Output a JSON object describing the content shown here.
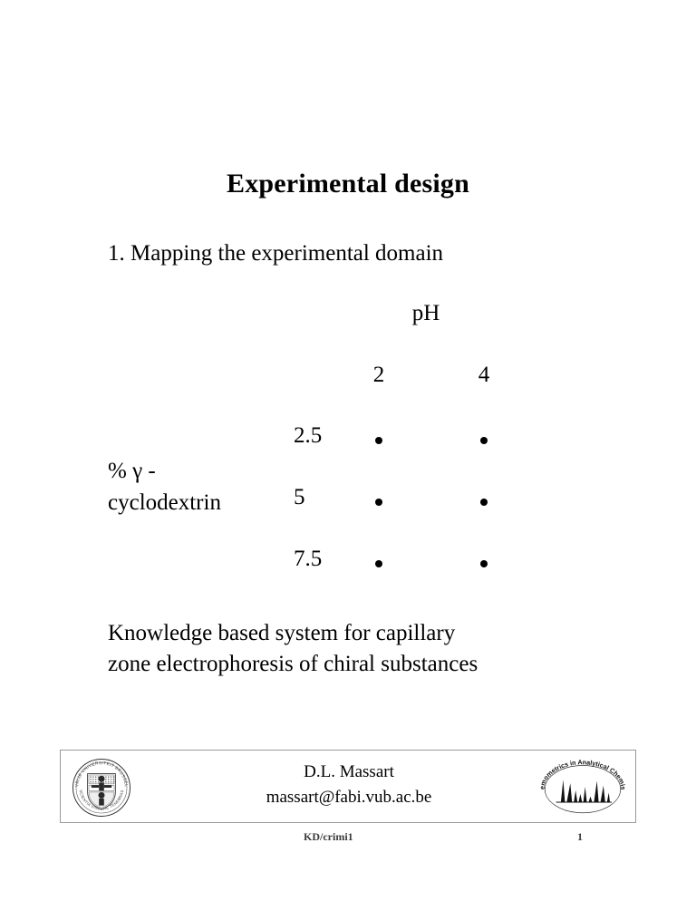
{
  "slide": {
    "title": "Experimental design",
    "subtitle": "1. Mapping the experimental domain",
    "caption_line1": "Knowledge based system for capillary",
    "caption_line2": "zone electrophoresis of chiral substances"
  },
  "grid": {
    "column_axis_label": "pH",
    "columns": [
      "2",
      "4"
    ],
    "row_axis_label_line1": "% γ -",
    "row_axis_label_line2": "cyclodextrin",
    "rows": [
      "2.5",
      "5",
      "7.5"
    ],
    "points": [
      {
        "row": "2.5",
        "column": "2",
        "marker": "•"
      },
      {
        "row": "2.5",
        "column": "4",
        "marker": "•"
      },
      {
        "row": "5",
        "column": "2",
        "marker": "•"
      },
      {
        "row": "5",
        "column": "4",
        "marker": "•"
      },
      {
        "row": "7.5",
        "column": "2",
        "marker": "•"
      },
      {
        "row": "7.5",
        "column": "4",
        "marker": "•"
      }
    ]
  },
  "footer": {
    "author": "D.L. Massart",
    "email": "massart@fabi.vub.ac.be",
    "left_logo_name": "vub-seal-logo",
    "left_logo_text_top": "VRIJE UNIVERSITEIT BRUSSEL",
    "left_logo_text_bottom": "SCIENTIA VINCERE TENEBRAS",
    "right_logo_name": "chemometrics-in-analytical-chemistry-logo",
    "right_logo_text": "Chemometrics in Analytical Chemistry"
  },
  "bottom": {
    "note": "KD/crimi1",
    "page_number": "1"
  },
  "colors": {
    "text": "#000000",
    "footer_border": "#9a9a9a",
    "bottom_note": "#3a3a3a",
    "background": "#ffffff"
  }
}
